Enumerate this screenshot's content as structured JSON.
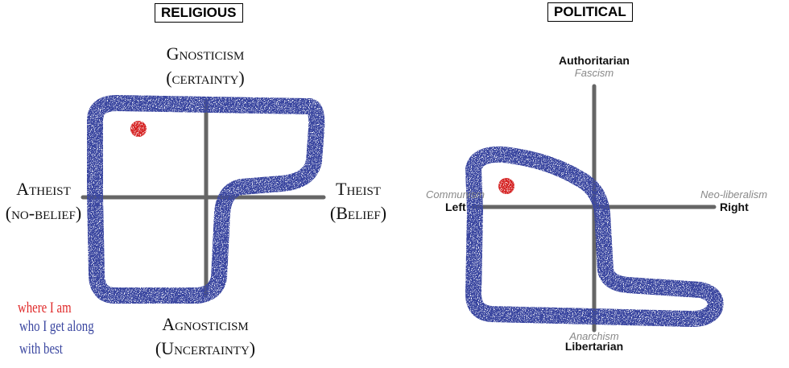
{
  "religious": {
    "title": "RELIGIOUS",
    "top": "Gnosticism",
    "top_sub": "(certainty)",
    "left": "Atheist",
    "left_sub": "(no-belief)",
    "right": "Theist",
    "right_sub": "(Belief)",
    "bottom": "Agnosticism",
    "bottom_sub": "(Uncertainty)"
  },
  "political": {
    "title": "POLITICAL",
    "top": "Authoritarian",
    "top_sub": "Fascism",
    "left": "Left",
    "left_sub": "Communism",
    "right": "Right",
    "right_sub": "Neo-liberalism",
    "bottom": "Libertarian",
    "bottom_sub": "Anarchism"
  },
  "legend": {
    "where": "where I am",
    "who": "who I get along",
    "who2": "with best"
  },
  "colors": {
    "me": "#d62828",
    "others": "#3a46a0",
    "axis": "#666666"
  }
}
